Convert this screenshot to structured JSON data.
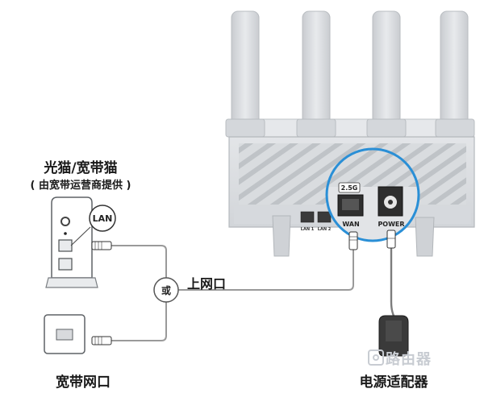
{
  "modem": {
    "title": "光猫/宽带猫",
    "subtitle": "( 由宽带运营商提供 )",
    "lan_badge": "LAN"
  },
  "connections": {
    "or_label": "或",
    "uplink_label": "上网口",
    "broadband_label": "宽带网口",
    "power_adapter_label": "电源适配器"
  },
  "router": {
    "speed_badge": "2.5G",
    "wan_label": "WAN",
    "power_label": "POWER",
    "lan1_label": "LAN 1",
    "lan2_label": "LAN 2"
  },
  "watermark": {
    "text": "路由器"
  },
  "colors": {
    "router_body": "#dfe1e4",
    "router_edge": "#c7cacd",
    "highlight_circle": "#2a8fd6",
    "cable": "#9a9a9a",
    "text": "#1a1a1a"
  }
}
